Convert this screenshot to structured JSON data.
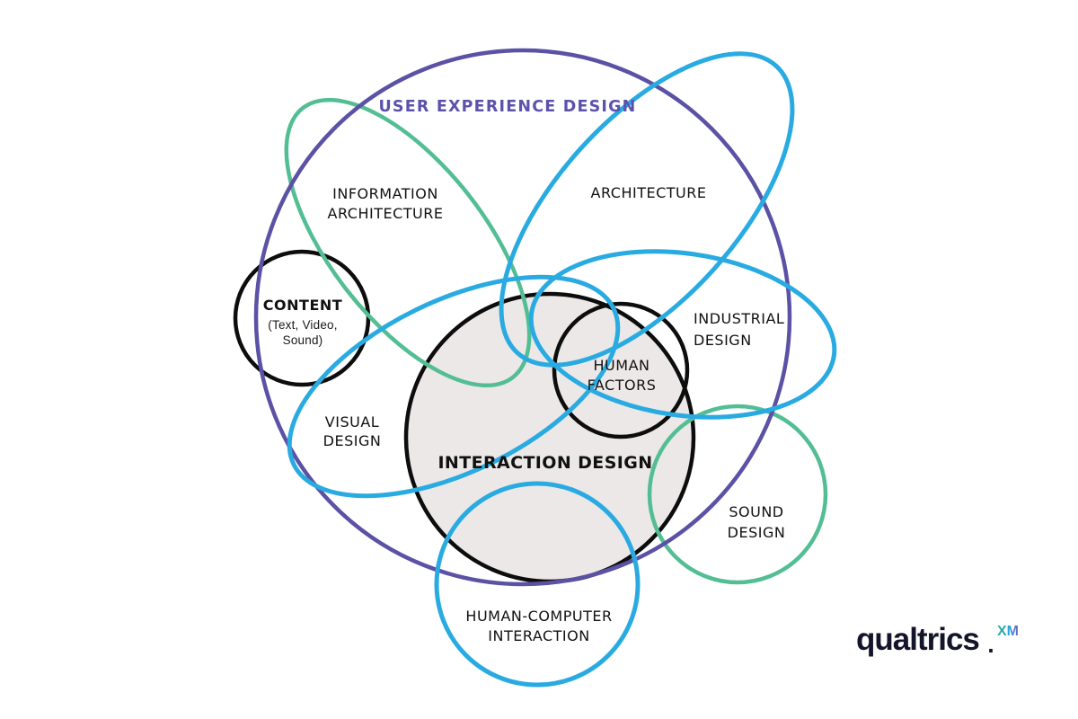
{
  "title": "USER EXPERIENCE DESIGN",
  "colors": {
    "purple": "#5B51A5",
    "green": "#53BE94",
    "blue": "#29ABE2",
    "black": "#0D0D0D",
    "fill_gray": "#ECE8E7",
    "title_purple": "#5C52AC",
    "label_ink": "#111111",
    "logo_ink": "#14142A",
    "logo_xm_gradient": [
      "#2BB18C",
      "#21A3DF",
      "#7A5BBE"
    ],
    "background": "#FFFFFF"
  },
  "regions": {
    "information_architecture": "INFORMATION\nARCHITECTURE",
    "architecture": "ARCHITECTURE",
    "content": "CONTENT",
    "content_sub": "(Text, Video,\nSound)",
    "industrial_design": "INDUSTRIAL\nDESIGN",
    "human_factors": "HUMAN\nFACTORS",
    "visual_design": "VISUAL\nDESIGN",
    "interaction_design": "INTERACTION DESIGN",
    "sound_design": "SOUND\nDESIGN",
    "human_computer_interaction": "HUMAN-COMPUTER\nINTERACTION"
  },
  "logo": {
    "name": "qualtrics",
    "mark": ".",
    "suffix": "XM"
  }
}
